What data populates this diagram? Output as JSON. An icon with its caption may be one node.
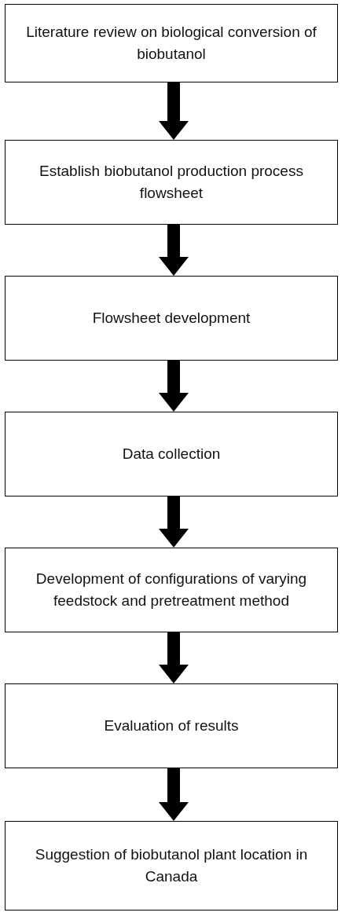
{
  "diagram": {
    "nodes": [
      {
        "text": [
          "Literature review on biological conversion of biobutanol"
        ]
      },
      {
        "text": [
          "Establish biobutanol production process flowsheet"
        ]
      },
      {
        "text": [
          "Flowsheet development"
        ]
      },
      {
        "text": [
          "Data collection"
        ]
      },
      {
        "text": [
          "Development of configurations of varying feedstock and pretreatment method"
        ]
      },
      {
        "text": [
          "Evaluation of results"
        ]
      },
      {
        "text": [
          "Suggestion of biobutanol plant location in Canada"
        ]
      }
    ],
    "edges": [
      {
        "from": 0,
        "to": 1,
        "arrow": "to"
      },
      {
        "from": 1,
        "to": 2,
        "arrow": "to"
      },
      {
        "from": 2,
        "to": 3,
        "arrow": "to"
      },
      {
        "from": 3,
        "to": 4,
        "arrow": "to"
      },
      {
        "from": 4,
        "to": 5,
        "arrow": "to"
      },
      {
        "from": 5,
        "to": 6,
        "arrow": "to"
      }
    ]
  }
}
